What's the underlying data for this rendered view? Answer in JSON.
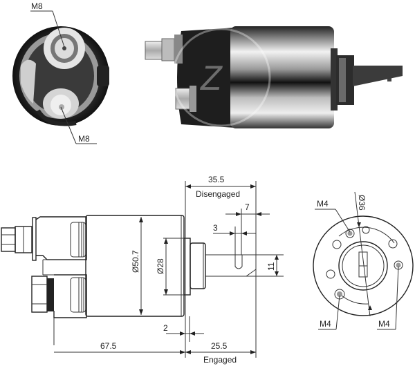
{
  "photos": {
    "end_view": {
      "terminal_top_label": "M8",
      "terminal_bottom_label": "M8"
    },
    "side_view": {
      "watermark": "ZM logo watermark"
    }
  },
  "drawing": {
    "side_view": {
      "dim_disengaged_value": "35.5",
      "dim_disengaged_label": "Disengaged",
      "dim_7": "7",
      "dim_3": "3",
      "dim_body_diameter": "Ø50.7",
      "dim_boss_diameter": "Ø28",
      "dim_11": "11",
      "dim_2": "2",
      "dim_body_length": "67.5",
      "dim_engaged_value": "25.5",
      "dim_engaged_label": "Engaged"
    },
    "front_view": {
      "bolt_circle_diameter": "Ø36",
      "hole_label_top": "M4",
      "hole_label_bottom_left": "M4",
      "hole_label_bottom_right": "M4"
    }
  },
  "colors": {
    "line": "#333333",
    "metal_dark": "#1a1a1a",
    "metal_light": "#d9d9d9"
  }
}
